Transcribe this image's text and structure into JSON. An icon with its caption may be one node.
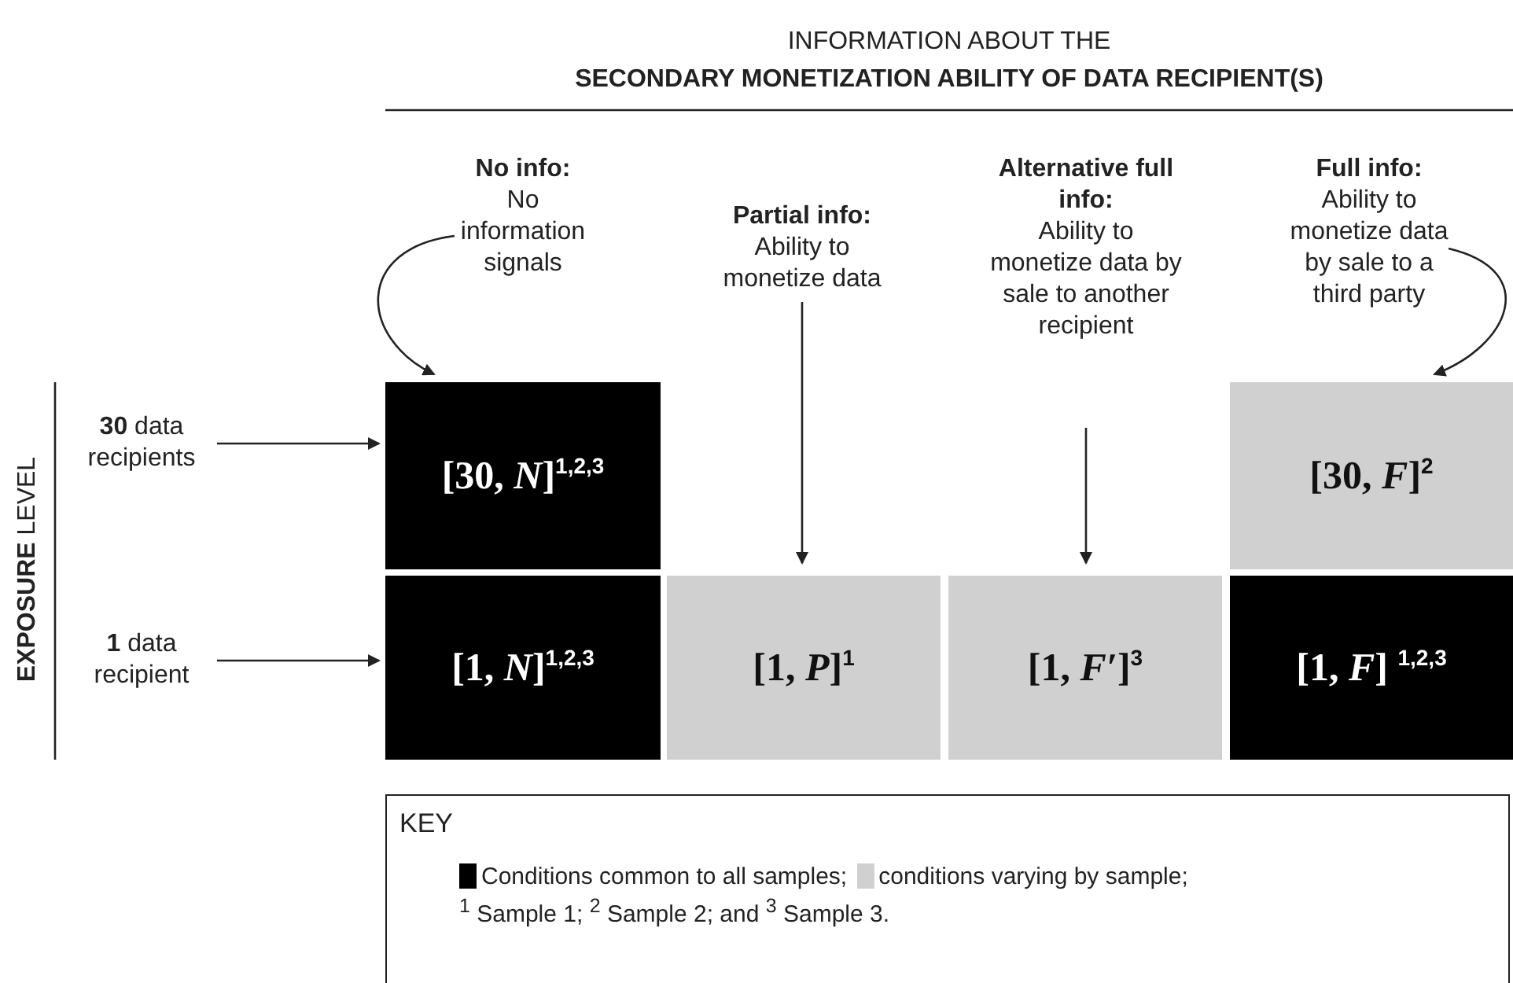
{
  "diagram": {
    "title": "INFORMATION ABOUT THE **SECONDARY MONETIZATION ABILITY OF DATA RECIPIENT(S)**",
    "nodes": [
      {
        "text": [
          "No info:",
          "No information signals"
        ]
      },
      {
        "text": [
          "Partial info:",
          "Ability to monetize data"
        ]
      },
      {
        "text": [
          "Alternative full info:",
          "Ability to monetize data by sale to another recipient"
        ]
      },
      {
        "text": [
          "Full info:",
          "Ability to monetize data by sale to a third party"
        ]
      },
      {
        "text": [
          "**30** data recipients"
        ]
      },
      {
        "text": [
          "**1** data recipient"
        ]
      },
      {
        "text": [
          "[30, *N*]$^{1,2,3}$"
        ]
      },
      {
        "text": [
          "[30, *F*]$^{2}$"
        ]
      },
      {
        "text": [
          "[1, *N*]$^{1,2,3}$"
        ]
      },
      {
        "text": [
          "[1, *P*]$^{1}$"
        ]
      },
      {
        "text": [
          "[1, *F′*]$^{3}$"
        ]
      },
      {
        "text": [
          "[1, *F*] $^{1,2,3}$"
        ]
      },
      {
        "text": [
          "KEY"
        ]
      }
    ],
    "edges": [
      {
        "from": 0,
        "to": 6,
        "arrow": "to"
      },
      {
        "from": 1,
        "to": 9,
        "arrow": "to"
      },
      {
        "from": 2,
        "to": 10,
        "arrow": "to"
      },
      {
        "from": 3,
        "to": 7,
        "arrow": "to"
      },
      {
        "from": 4,
        "to": 6,
        "arrow": "to"
      },
      {
        "from": 5,
        "to": 8,
        "arrow": "to"
      }
    ],
    "labels": [
      "**EXPOSURE** LEVEL",
      "$^{1}$ Sample 1; $^{2}$ Sample 2; and $^{3}$ Sample 3."
    ],
    "legend": [
      {
        "text": "Conditions common to all samples;",
        "color": "#000000"
      },
      {
        "text": "conditions varying by sample;",
        "color": "#d0d0d0"
      }
    ]
  }
}
